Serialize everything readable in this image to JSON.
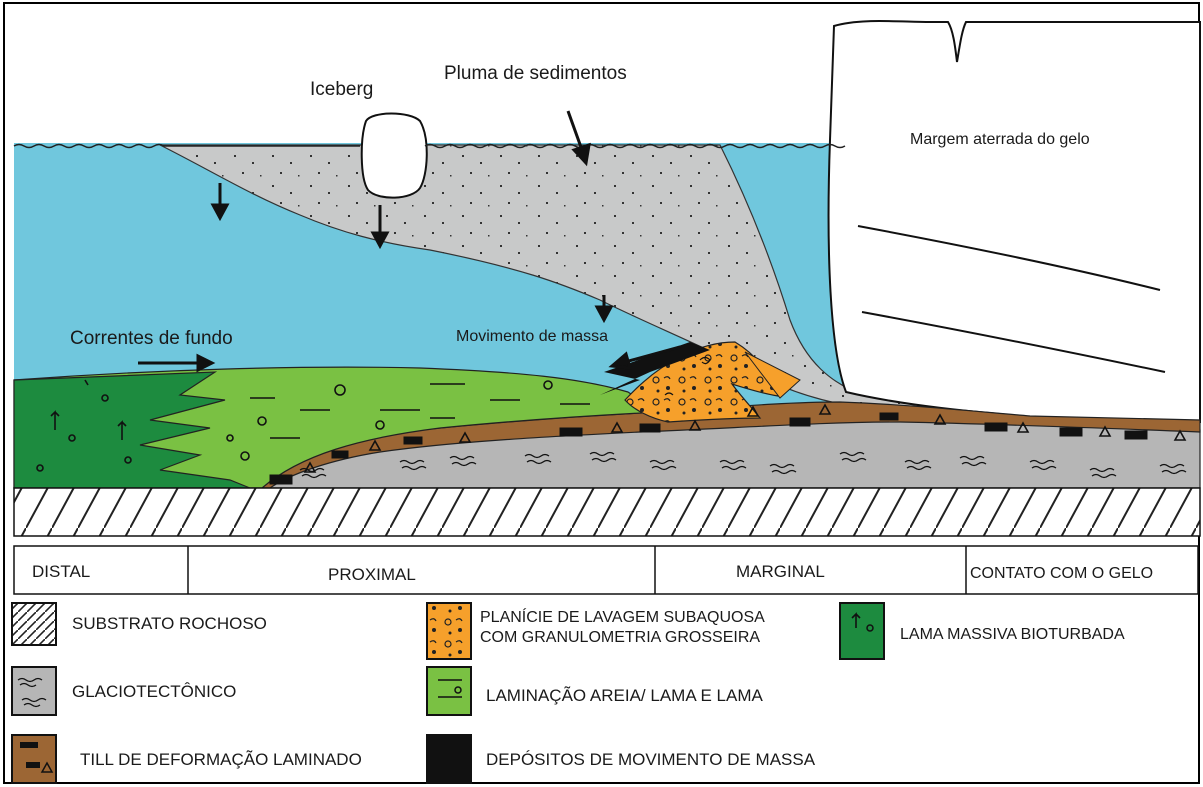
{
  "labels": {
    "iceberg": "Iceberg",
    "plume": "Pluma de sedimentos",
    "ice_margin": "Margem aterrada do gelo",
    "currents": "Correntes de fundo",
    "mass_movement": "Movimento de massa"
  },
  "zones": [
    "DISTAL",
    "PROXIMAL",
    "MARGINAL",
    "CONTATO COM O GELO"
  ],
  "legend": [
    {
      "id": "substrate",
      "lines": [
        "SUBSTRATO ROCHOSO"
      ]
    },
    {
      "id": "outwash",
      "lines": [
        "PLANÍCIE DE LAVAGEM SUBAQUOSA",
        "COM GRANULOMETRIA GROSSEIRA"
      ]
    },
    {
      "id": "bioturbated",
      "lines": [
        "LAMA MASSIVA BIOTURBADA"
      ]
    },
    {
      "id": "glaciotectonic",
      "lines": [
        "GLACIOTECTÔNICO"
      ]
    },
    {
      "id": "lamination",
      "lines": [
        "LAMINAÇÃO AREIA/ LAMA E LAMA"
      ]
    },
    {
      "id": "till",
      "lines": [
        "TILL DE DEFORMAÇÃO LAMINADO"
      ]
    },
    {
      "id": "mass",
      "lines": [
        "DEPÓSITOS DE MOVIMENTO DE MASSA"
      ]
    }
  ],
  "colors": {
    "water": "#70c7dd",
    "plume": "#c8c9c9",
    "ice": "#ffffff",
    "dark_green": "#1d8b3f",
    "light_green": "#7ac143",
    "orange": "#f6a02b",
    "brown": "#9c6634",
    "gray": "#b6b6b6",
    "black": "#111111"
  }
}
